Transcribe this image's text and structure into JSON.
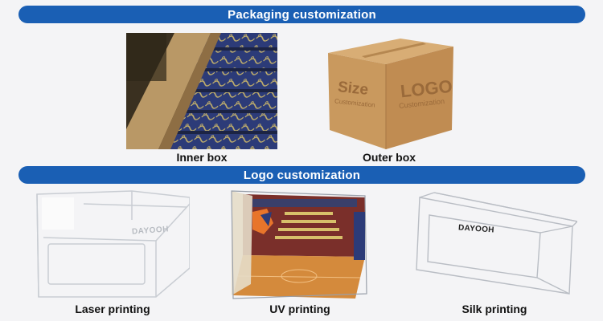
{
  "sections": {
    "packaging": {
      "title": "Packaging customization"
    },
    "logo": {
      "title": "Logo customization"
    }
  },
  "items": {
    "inner_box": {
      "caption": "Inner box"
    },
    "outer_box": {
      "caption": "Outer box",
      "print_size": "Size",
      "print_size_sub": "Customization",
      "print_logo": "LOGO",
      "print_logo_sub": "Customization"
    },
    "laser": {
      "caption": "Laser printing",
      "engraved_text": "DAYOOH"
    },
    "uv": {
      "caption": "UV printing"
    },
    "silk": {
      "caption": "Silk printing",
      "printed_text": "DAYOOH"
    }
  },
  "colors": {
    "banner": "#1a5fb4",
    "background": "#f4f4f6",
    "cardboard": "#c89a63"
  }
}
